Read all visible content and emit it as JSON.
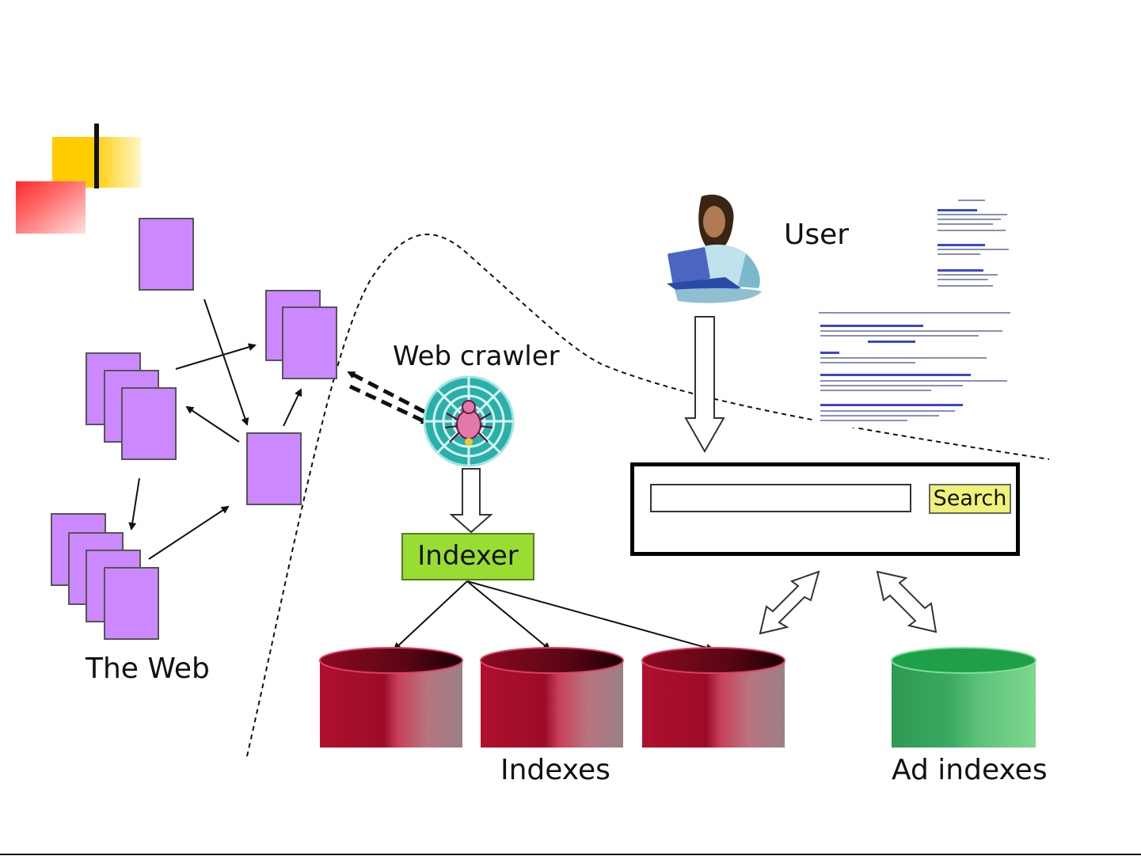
{
  "diagram": {
    "labels": {
      "the_web": "The Web",
      "web_crawler": "Web crawler",
      "user": "User",
      "indexer": "Indexer",
      "indexes": "Indexes",
      "ad_indexes": "Ad indexes",
      "search_button": "Search"
    },
    "colors": {
      "page_fill": "#cc88ff",
      "indexer_fill": "#99dd33",
      "index_cylinder": "#b0102e",
      "ad_index_cylinder": "#3aa860",
      "search_button_fill": "#eef27a"
    },
    "icons": [
      "web-page-icon",
      "spider-web-icon",
      "user-at-laptop-icon",
      "search-results-page-icon"
    ]
  }
}
